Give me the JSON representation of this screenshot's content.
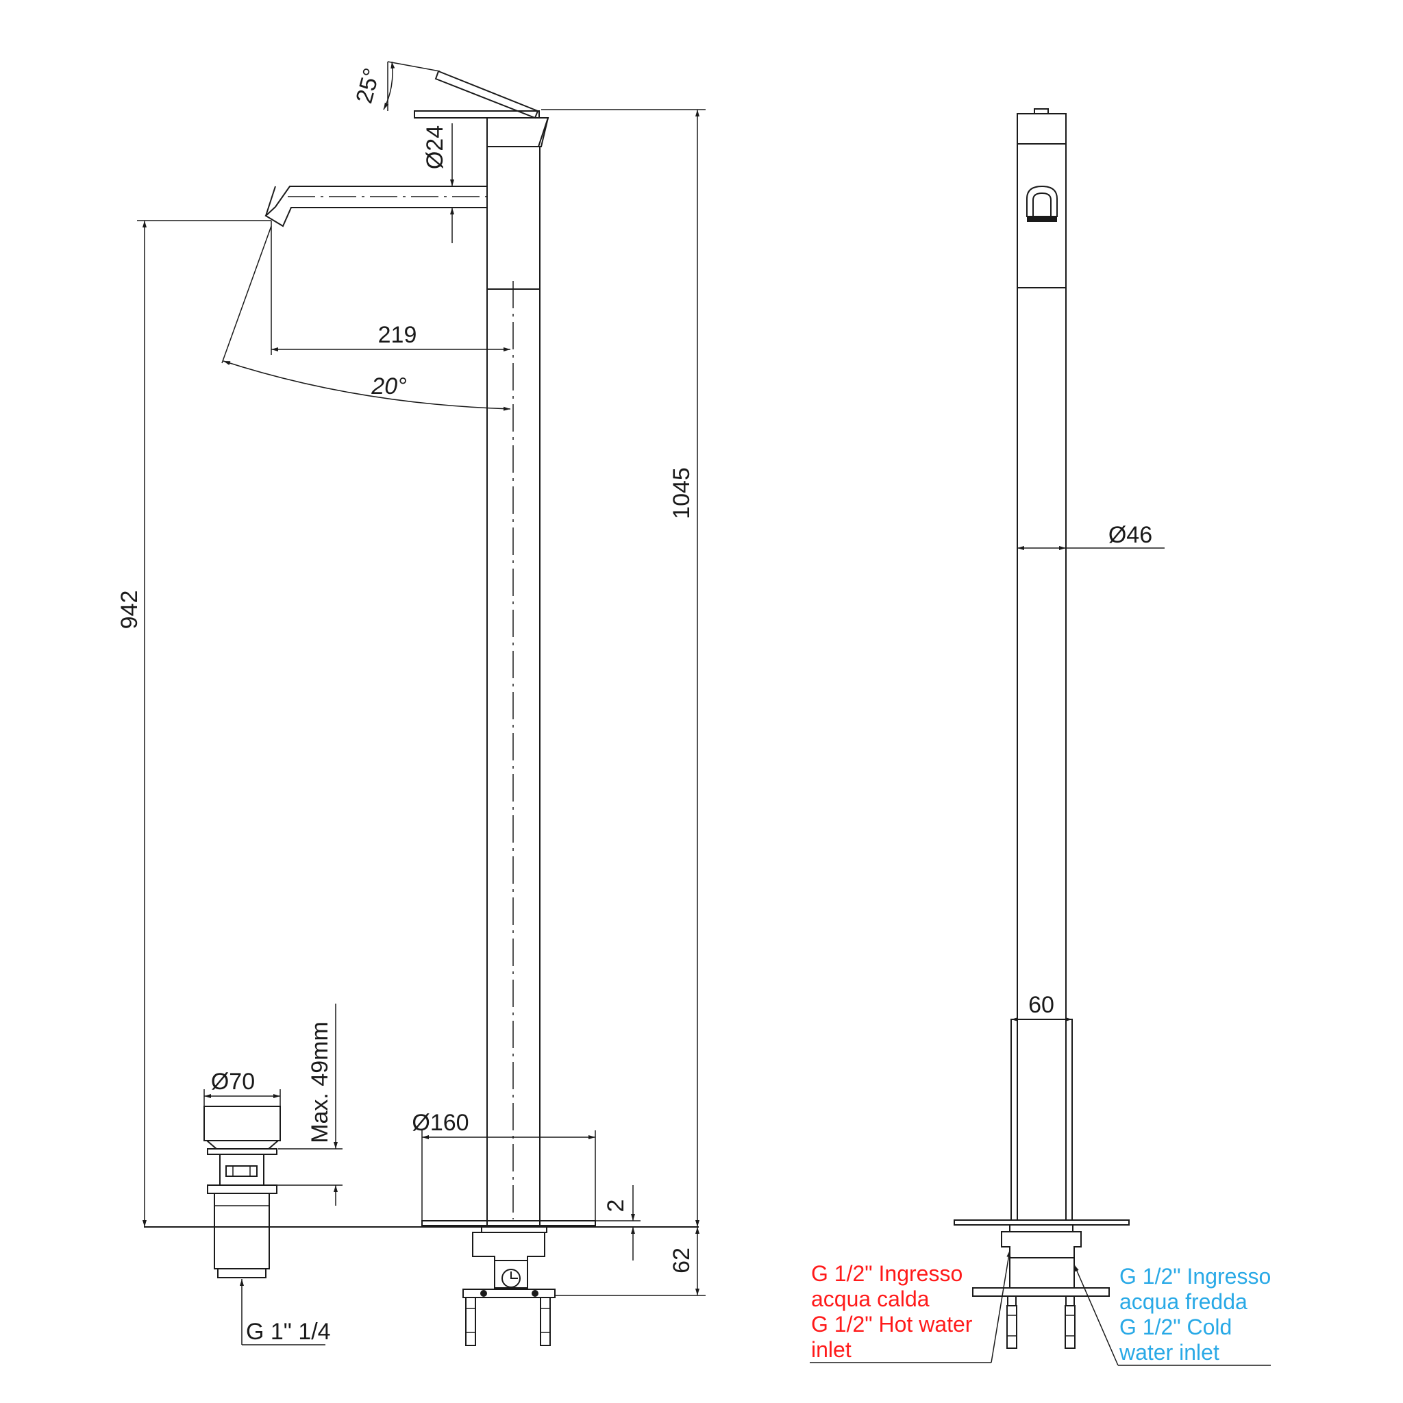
{
  "dimensions": {
    "lever_angle": "25°",
    "spout_diameter": "Ø24",
    "spout_reach": "219",
    "swivel_angle": "20°",
    "overall_height": "1045",
    "spout_height": "942",
    "body_diameter": "Ø46",
    "base_width": "60",
    "plate_diameter": "Ø160",
    "plate_thickness": "2",
    "under_mount_depth": "62",
    "waste_diameter": "Ø70",
    "waste_max_thickness": "Max. 49mm",
    "waste_thread": "G 1\" 1/4"
  },
  "inlets": {
    "hot": [
      "G 1/2\" Ingresso",
      "acqua calda",
      "G 1/2\" Hot water",
      "inlet"
    ],
    "cold": [
      "G 1/2\" Ingresso",
      "acqua fredda",
      "G 1/2\" Cold",
      "water inlet"
    ]
  },
  "colors": {
    "hot": "#ff1a1a",
    "cold": "#29a9e6"
  }
}
